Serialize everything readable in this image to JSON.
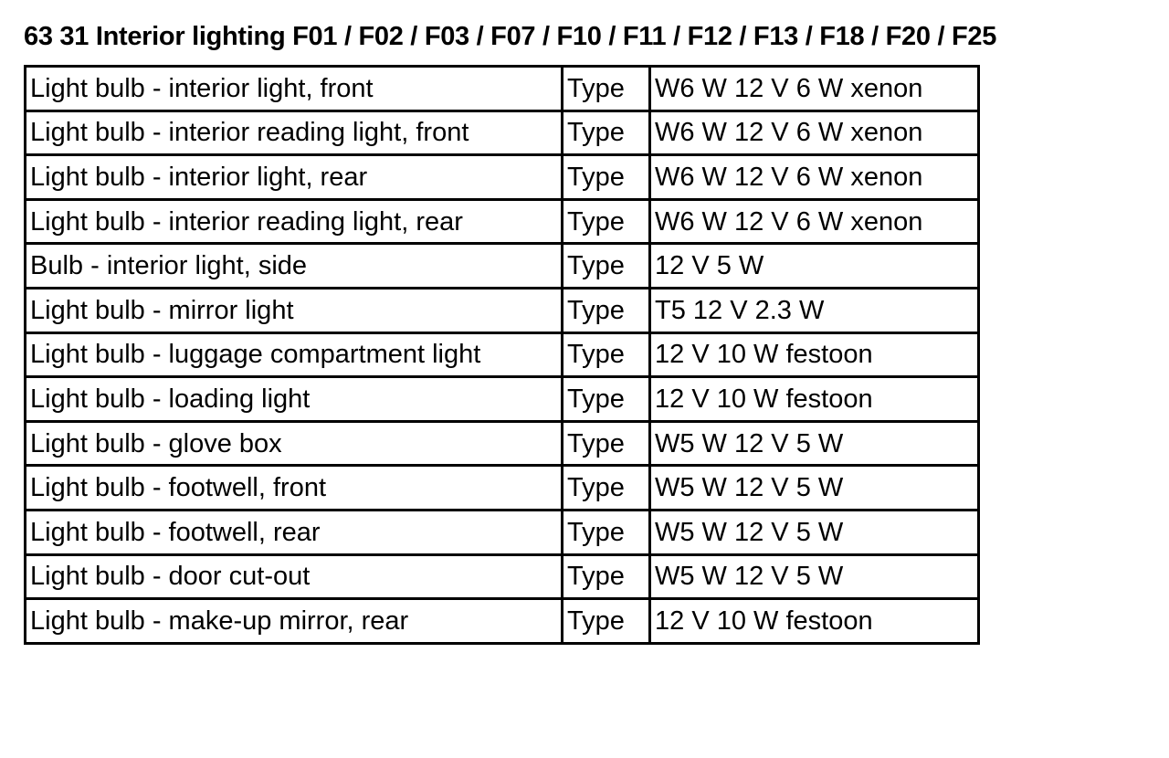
{
  "document": {
    "title": "63 31 Interior lighting F01 / F02 / F03 / F07 / F10 / F11 / F12 / F13 / F18 / F20 / F25",
    "rows": [
      {
        "description": "Light bulb - interior light, front",
        "type": "Type",
        "value": "W6 W 12 V 6 W xenon"
      },
      {
        "description": "Light bulb - interior reading light, front",
        "type": "Type",
        "value": "W6 W 12 V 6 W xenon"
      },
      {
        "description": "Light bulb - interior light, rear",
        "type": "Type",
        "value": "W6 W 12 V 6 W xenon"
      },
      {
        "description": "Light bulb - interior reading light, rear",
        "type": "Type",
        "value": "W6 W 12 V 6 W xenon"
      },
      {
        "description": "Bulb - interior light, side",
        "type": "Type",
        "value": "12 V 5 W"
      },
      {
        "description": "Light bulb - mirror light",
        "type": "Type",
        "value": "T5 12 V 2.3 W"
      },
      {
        "description": "Light bulb - luggage compartment light",
        "type": "Type",
        "value": "12 V 10 W festoon"
      },
      {
        "description": "Light bulb - loading light",
        "type": "Type",
        "value": "12 V 10 W festoon"
      },
      {
        "description": "Light bulb - glove box",
        "type": "Type",
        "value": "W5 W 12 V 5 W"
      },
      {
        "description": "Light bulb - footwell, front",
        "type": "Type",
        "value": "W5 W 12 V 5 W"
      },
      {
        "description": "Light bulb - footwell, rear",
        "type": "Type",
        "value": "W5 W 12 V 5 W"
      },
      {
        "description": "Light bulb - door cut-out",
        "type": "Type",
        "value": "W5 W 12 V 5 W"
      },
      {
        "description": "Light bulb - make-up mirror, rear",
        "type": "Type",
        "value": "12 V 10 W festoon"
      }
    ]
  }
}
